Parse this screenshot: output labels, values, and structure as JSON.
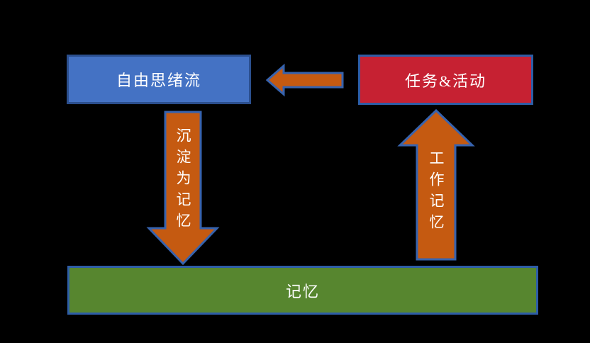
{
  "diagram": {
    "title": "memory-flow-diagram",
    "background_color": "#000000",
    "nodes": [
      {
        "id": "free-thought-stream",
        "label": "自由思绪流",
        "fill": "#4472C4",
        "border": "#2B4F8E",
        "text_color": "#FFFFFF"
      },
      {
        "id": "tasks-activities",
        "label": "任务&活动",
        "fill": "#C62132",
        "border": "#2E5DA6",
        "text_color": "#FFFFFF"
      },
      {
        "id": "memory",
        "label": "记忆",
        "fill": "#57862F",
        "border": "#2E5DA6",
        "text_color": "#FFFFFF"
      }
    ],
    "arrows": [
      {
        "id": "tasks-to-free-thought",
        "direction": "left",
        "label": "",
        "fill": "#C55A11",
        "border": "#3763AE"
      },
      {
        "id": "free-thought-to-memory",
        "direction": "down",
        "label": "沉淀为记忆",
        "fill": "#C55A11",
        "border": "#3763AE"
      },
      {
        "id": "memory-to-tasks",
        "direction": "up",
        "label": "工作记忆",
        "fill": "#C55A11",
        "border": "#3763AE"
      }
    ]
  },
  "colors": {
    "arrow_fill": "#C55A11",
    "arrow_border": "#3763AE",
    "label_text": "#FFFFFF"
  }
}
